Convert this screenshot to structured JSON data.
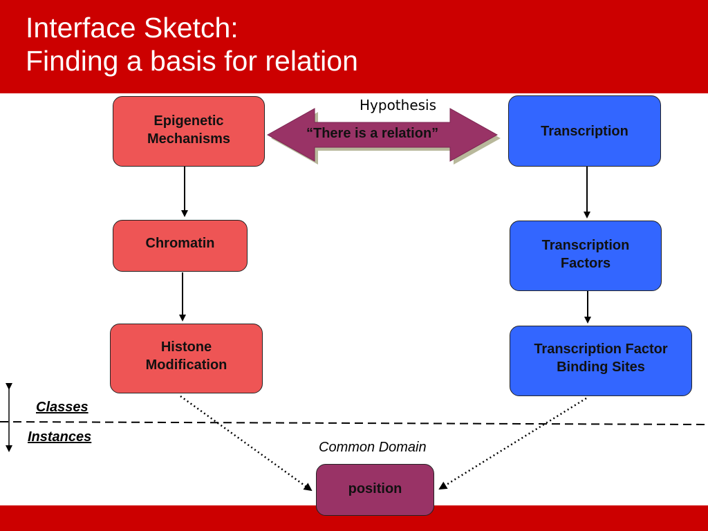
{
  "title": {
    "line1": "Interface Sketch:",
    "line2": "Finding a basis for relation"
  },
  "colors": {
    "header": "#cc0000",
    "epigenetic_boxes": "#ee5555",
    "transcription_boxes": "#3366ff",
    "relation_arrow": "#993366",
    "domain_box": "#993366"
  },
  "hypothesis": {
    "label": "Hypothesis",
    "arrow_text": "“There is a relation”"
  },
  "left_column": [
    {
      "label": "Epigenetic Mechanisms"
    },
    {
      "label": "Chromatin"
    },
    {
      "label": "Histone Modification"
    }
  ],
  "right_column": [
    {
      "label": "Transcription"
    },
    {
      "label": "Transcription Factors"
    },
    {
      "label": "Transcription Factor Binding Sites"
    }
  ],
  "levels": {
    "classes": "Classes",
    "instances": "Instances"
  },
  "common_domain": {
    "caption": "Common Domain",
    "label": "position"
  }
}
